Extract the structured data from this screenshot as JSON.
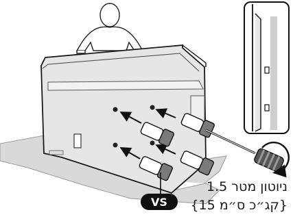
{
  "screw_label": "VS",
  "torque": {
    "newton_meter": "1.5 ניוטון מטר",
    "kgf_cm": "{15 קג״כ ס״מ}"
  }
}
